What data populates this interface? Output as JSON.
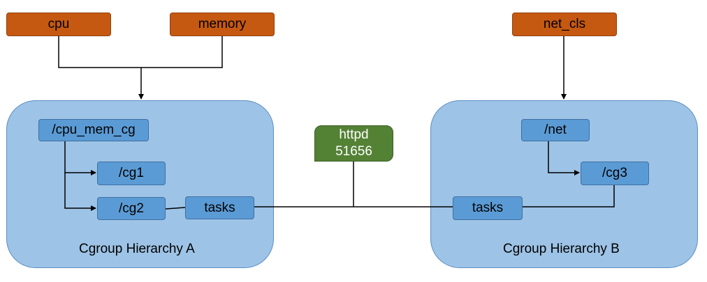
{
  "subsystems": {
    "cpu": "cpu",
    "memory": "memory",
    "net_cls": "net_cls"
  },
  "hierarchy_a": {
    "label": "Cgroup Hierarchy A",
    "root": "/cpu_mem_cg",
    "child1": "/cg1",
    "child2": "/cg2",
    "tasks": "tasks"
  },
  "hierarchy_b": {
    "label": "Cgroup Hierarchy B",
    "root": "/net",
    "child": "/cg3",
    "tasks": "tasks"
  },
  "process": {
    "name": "httpd",
    "pid": "51656"
  },
  "colors": {
    "subsystem": "#c65911",
    "hierarchy": "#9dc3e6",
    "cgroup": "#5b9bd5",
    "process": "#548235",
    "line": "#000000"
  }
}
